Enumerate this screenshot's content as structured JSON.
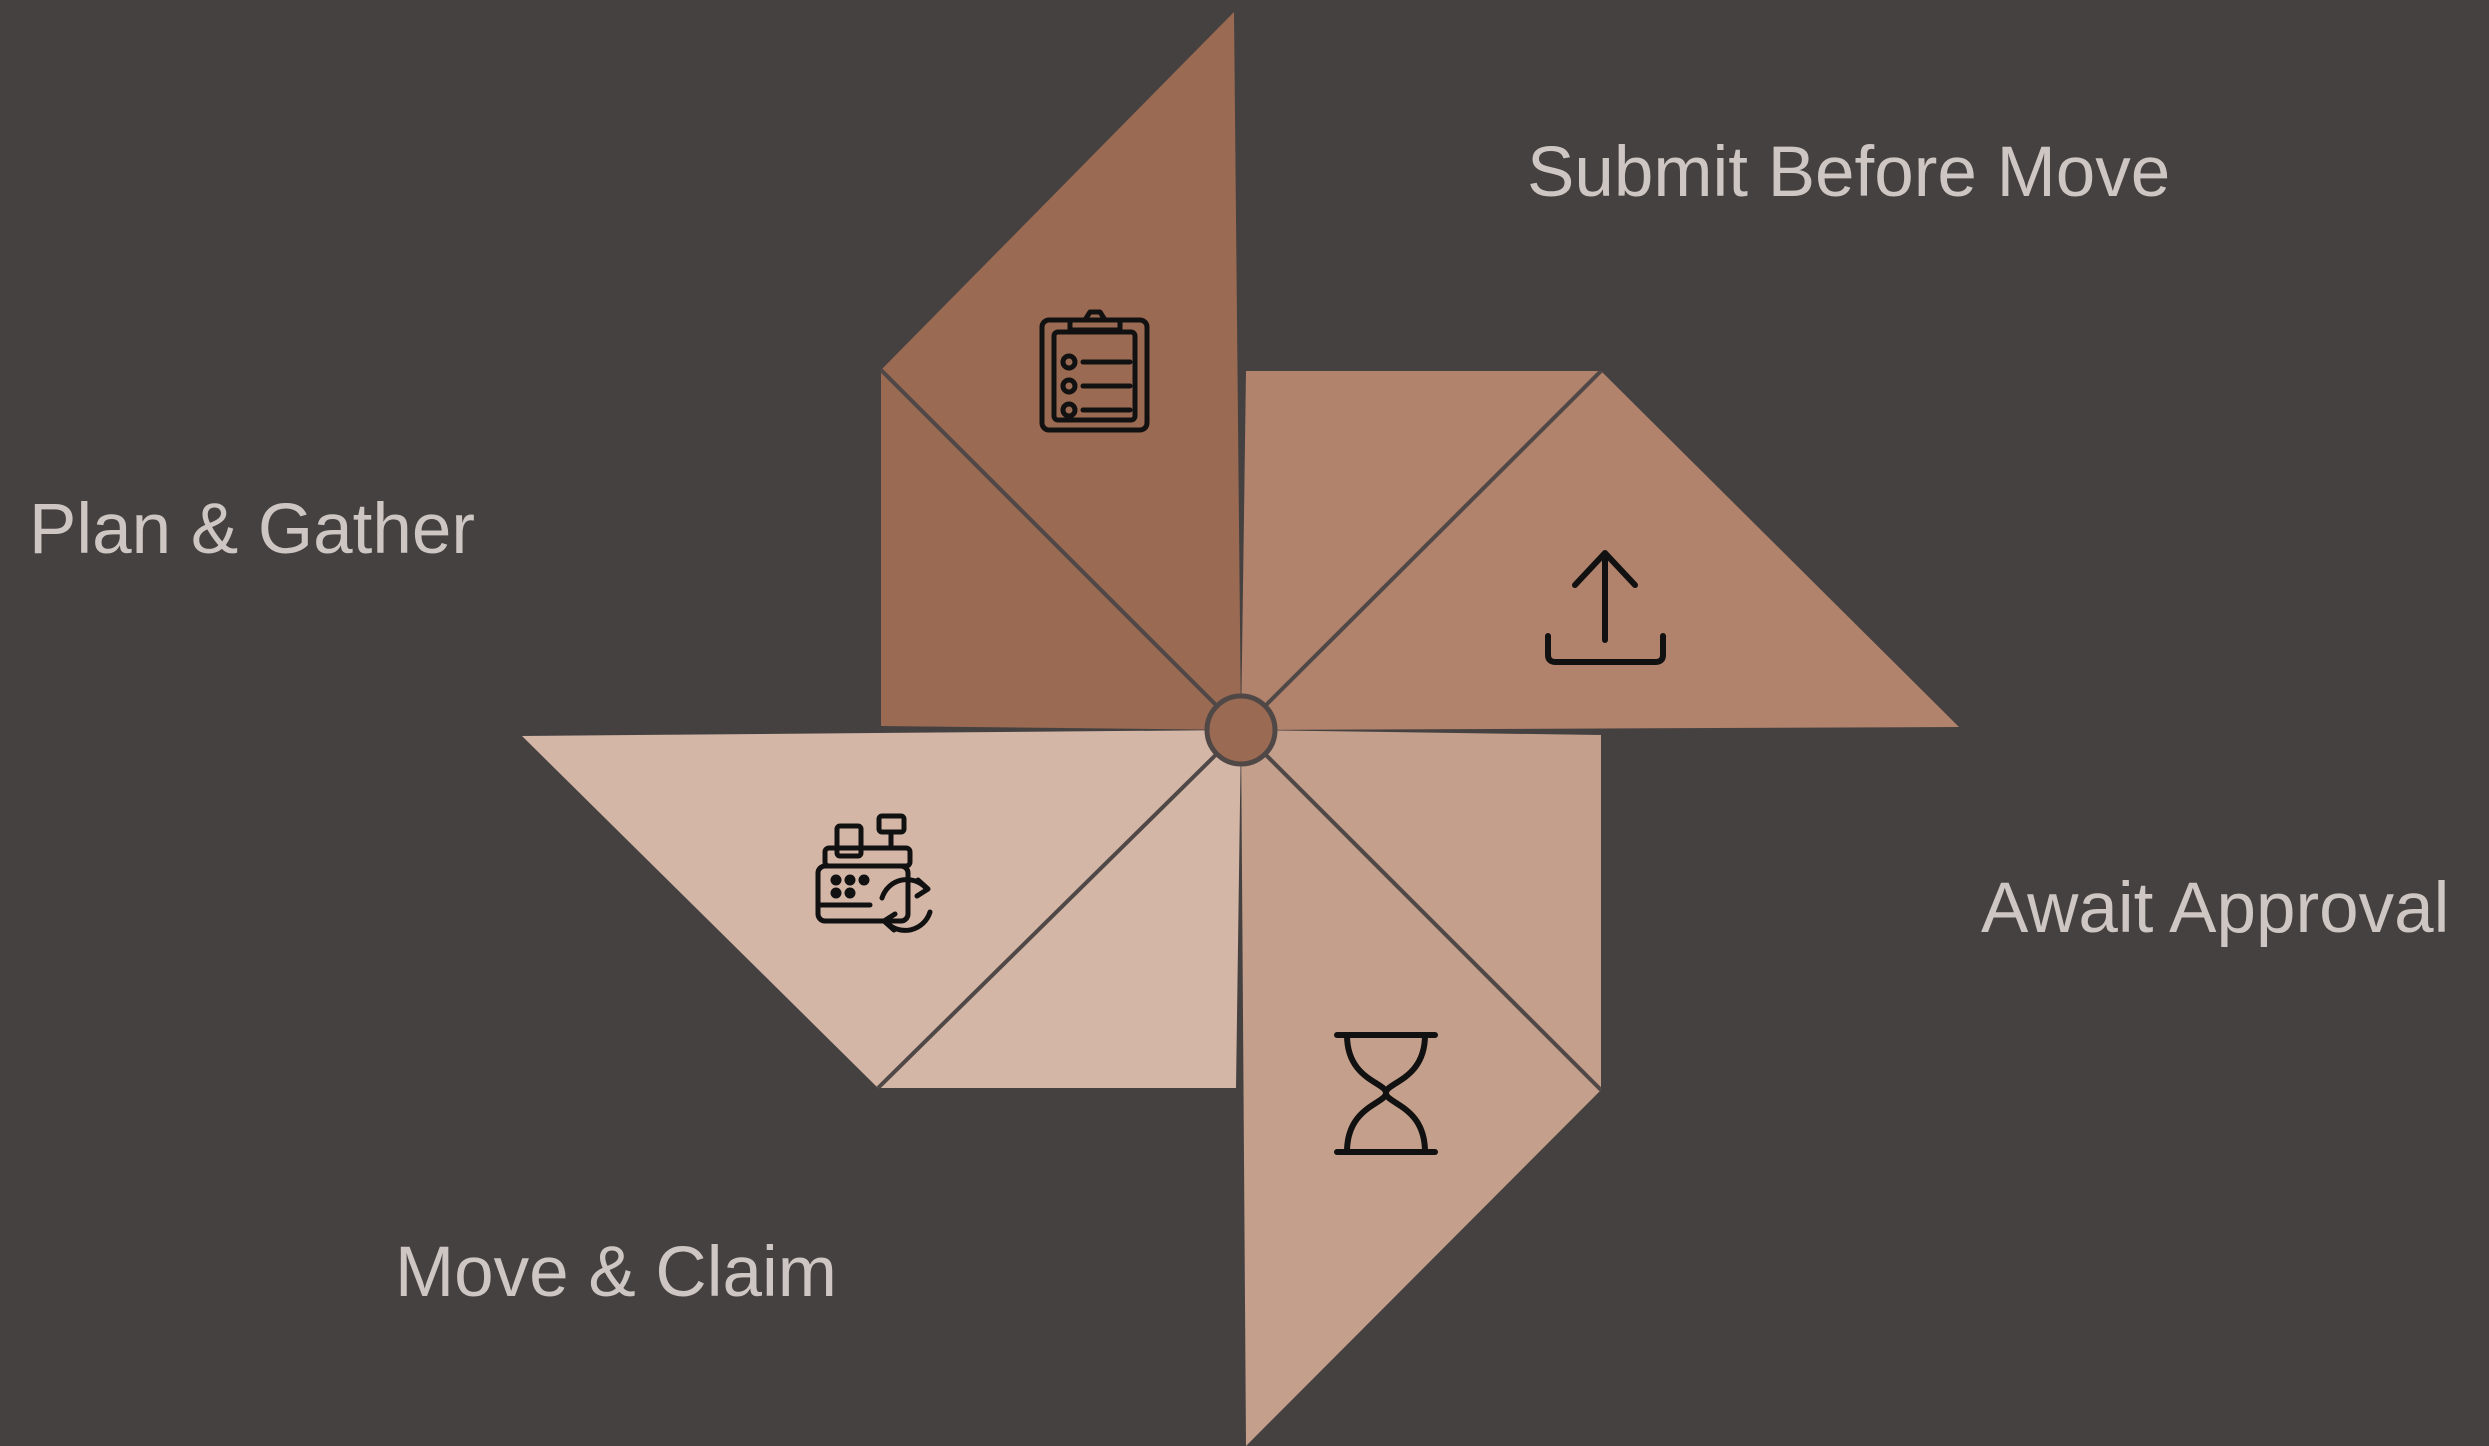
{
  "colors": {
    "background": "#454141",
    "label_text": "#cdc6c2",
    "divider": "#4f4846",
    "icon_stroke": "#111111"
  },
  "steps": [
    {
      "label": "Plan & Gather",
      "icon": "clipboard-checklist-icon",
      "color": "#9a6a52"
    },
    {
      "label": "Submit Before Move",
      "icon": "upload-icon",
      "color": "#b1826c"
    },
    {
      "label": "Await Approval",
      "icon": "hourglass-icon",
      "color": "#c49f8b"
    },
    {
      "label": "Move & Claim",
      "icon": "cash-register-refund-icon",
      "color": "#d4b6a7"
    }
  ]
}
